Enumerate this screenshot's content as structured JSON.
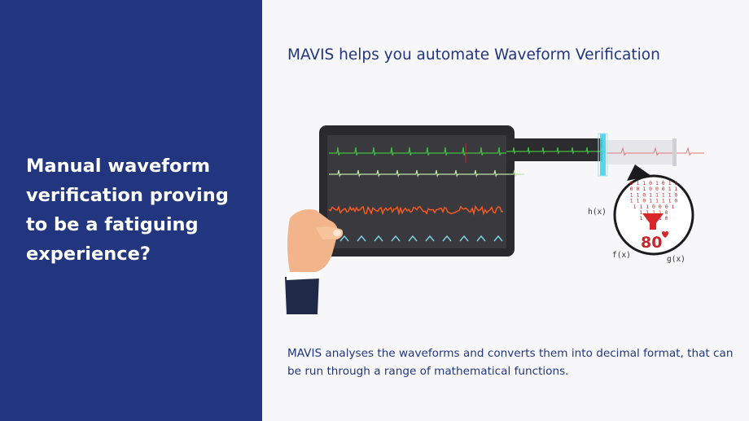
{
  "left_panel": {
    "question": "Manual waveform verification proving to be a fatiguing experience?"
  },
  "main": {
    "heading": "MAVIS helps you automate Waveform Verification",
    "description": "MAVIS analyses the waveforms and converts them into decimal format, that can be run through a range of mathematical functions."
  },
  "illustration": {
    "function_labels": {
      "h": "h(x)",
      "f": "f(x)",
      "g": "g(x)"
    },
    "readout_value": "80",
    "binary_rows": [
      "0 1 1 0 1 0 1 0",
      "0 0 1 0 0 0 1 1",
      "1 1 0 1 1 1 1 0",
      "1 1 0 1 1 1 1 0",
      "1 1 1 0 0 0 1",
      "1 1 1 1 0",
      "1 1 1 1 0"
    ],
    "colors": {
      "panel": "#22367f",
      "trace_green": "#3fbf3f",
      "trace_light_green": "#bfe3a8",
      "trace_orange": "#ff5a1f",
      "trace_cyan": "#7fd3e6",
      "accent_red": "#c8242b",
      "scanner_cyan": "#3fd3ea"
    }
  }
}
